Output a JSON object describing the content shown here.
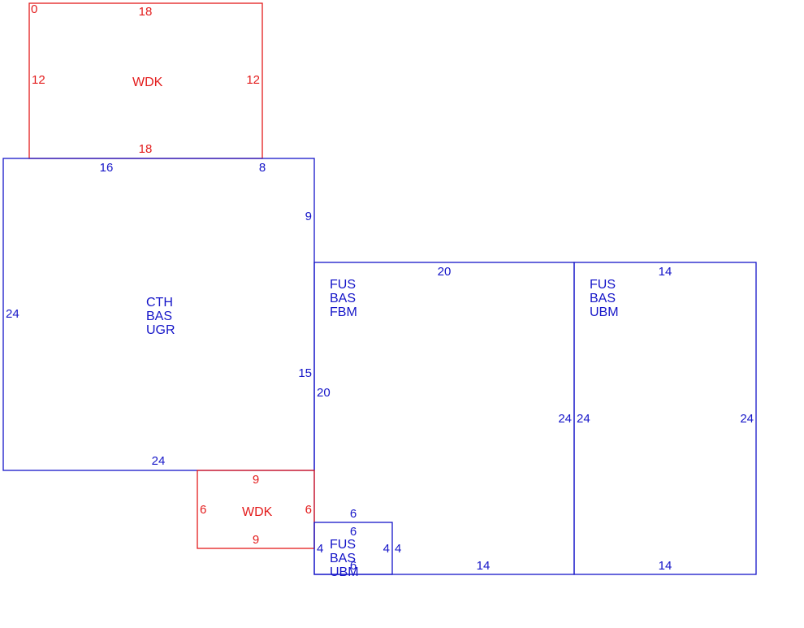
{
  "colors": {
    "deck": "#e31b1b",
    "building": "#1515c8",
    "background": "#ffffff"
  },
  "areas": [
    {
      "id": "wdk-top",
      "kind": "deck",
      "label": "WDK",
      "dims": {
        "corner": "0",
        "top": "18",
        "bottom": "18",
        "left": "12",
        "right": "12"
      }
    },
    {
      "id": "cth-main",
      "kind": "building",
      "label_lines": [
        "CTH",
        "BAS",
        "UGR"
      ],
      "dims": {
        "top_a": "16",
        "top_b": "8",
        "right_upper": "9",
        "right_lower": "15",
        "left": "24",
        "bottom": "24"
      }
    },
    {
      "id": "fus-fbm",
      "kind": "building",
      "label_lines": [
        "FUS",
        "BAS",
        "FBM"
      ],
      "dims": {
        "top": "20",
        "left": "20",
        "right": "24",
        "bottom": "14"
      }
    },
    {
      "id": "fus-ubm-right",
      "kind": "building",
      "label_lines": [
        "FUS",
        "BAS",
        "UBM"
      ],
      "dims": {
        "top": "14",
        "left": "24",
        "right": "24",
        "bottom": "14"
      }
    },
    {
      "id": "wdk-bottom",
      "kind": "deck",
      "label": "WDK",
      "dims": {
        "top": "9",
        "bottom": "9",
        "left": "6",
        "right": "6"
      }
    },
    {
      "id": "fus-ubm-small",
      "kind": "building",
      "label_lines": [
        "FUS",
        "BAS",
        "UBM"
      ],
      "dims": {
        "top_outer": "6",
        "top_inner": "6",
        "left": "4",
        "right_inner": "4",
        "right_outer": "4",
        "bottom": "6"
      }
    }
  ]
}
